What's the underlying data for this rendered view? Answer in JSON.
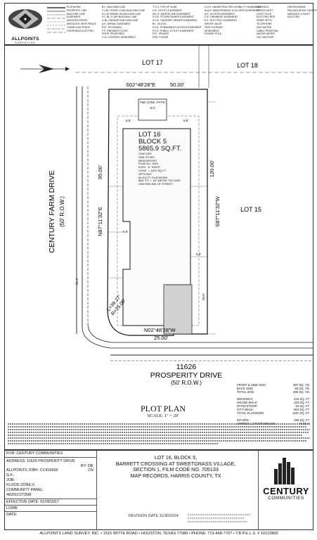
{
  "company": {
    "logo_text": "ALLPOINTS",
    "logo_sub": "SURVEYING",
    "footer": "ALLPOINTS LAND SURVEY, INC. • 1515 WITTE ROAD • HOUSTON, TEXAS 77080 • PHONE: 713-468-7707 • T.B.P.E.L.S. # 10122800"
  },
  "legend": {
    "col1": [
      "PLATWORK",
      "PROPERTY LINE",
      "BUILDING LINE",
      "EASEMENT",
      "WOODEN FENCE",
      "WROUGHT IRON FENCE",
      "CHAIN LINK FENCE",
      "OVERHEAD ELECTRIC"
    ],
    "col2": [
      "B.L.  BUILDING LINE",
      "F.L.BL FRONT LOAD BUILDING LINE",
      "S.L.BL SWING IN BUILDING LINE",
      "S.C.BL 3 CAR BUILDING LINE",
      "G.BL GARAGE BUILDING LINE",
      "A.E.  AERIAL EASEMENT",
      "EXT.  EXTENDED",
      "F.F.  FINISHED FLOOR",
      "PROP. PROPOSED",
      "C.M.  CONTROL MONUMENT"
    ],
    "col3": [
      "T.O.S.  TOP OF SLAB",
      "U.E.  UTILITY EASEMENT",
      "W.L.E. WATER LINE EASEMENT",
      "S.S.E. STORM SEWER EASEMENT",
      "S.S.E. SANITARY SEWER EASEMENT",
      "B.L.  BLOCK",
      "P.U.E. PERMANENT ACCESS EASEMENT",
      "P.U.E. PUBLIC UTILITY EASEMENT",
      "PVT.  PRIVATE",
      "FND.  FOUND"
    ],
    "col4": [
      "U.V.E. UNOBSTRUCTED VISIBILITY EASEMENT",
      "M.A.E. MAINTENANCE & ACCESS EASEMENT",
      "A.E.  ACCESS EASEMENT",
      "D.E.  DRAINAGE EASEMENT",
      "E.E.  ELECTRIC EASEMENT",
      "WATER VALVE",
      "FIRE HYDRANT",
      "MONUMENT",
      "POWER POLE"
    ],
    "col5": [
      "MANHOLE",
      "GRATE INLET",
      "LIGHT POLE",
      "ELECTRIC BOX",
      "FIBER OPTIC",
      "TELEPHONE",
      "GAS METER",
      "CABLE PEDESTAL",
      "WATER METER",
      "GUY ANCHOR"
    ],
    "col6": [
      "GRATE/GRADE",
      "PAD-MOUNTED TRANSFORMER",
      "MANHOLE & INLET",
      "ELECTRIC"
    ]
  },
  "plan": {
    "lot_north": "LOT 17",
    "lot_northeast": "LOT 18",
    "lot_east": "LOT 15",
    "lot_label": "LOT 16",
    "block_label": "BLOCK 5",
    "area": "5865.9 SQ.FT.",
    "builder_notes": [
      "CENTURY",
      "ONE STORY",
      "BRIDGEPORT",
      "PLAN No. 1583",
      "ELEV. \"A\" RIGHT",
      "CONC. = 1879 SQ.FT.",
      "OPTIONS:",
      "64 SQ.FT. PLATWORK",
      "MIN. F.F. = 18\" ABOVE TOC AND",
      "CENTERLINE OF STREET"
    ],
    "patio_label": "F&E CONC. PATIO",
    "north_bearing": "S02°48'28\"E",
    "north_dist": "50.00'",
    "east_bearing": "S87°11'32\"W",
    "east_dist": "120.00'",
    "west_bearing": "N87°11'32\"E",
    "west_dist": "95.00'",
    "south_bearing": "N02°48'28\"W",
    "south_dist": "25.00'",
    "curve_l": "L=39.27'",
    "curve_r": "R=25.00'",
    "street_west": "CENTURY FARM DRIVE",
    "street_west_row": "(50' R.O.W.)",
    "address_number": "11626",
    "street_south": "PROSPERITY DRIVE",
    "street_south_row": "(50' R.O.W.)",
    "dim_small": [
      "6.0'",
      "5.5'",
      "5.5'",
      "5.5'",
      "6.0'",
      "21.3'",
      "26.0'"
    ]
  },
  "areas": [
    {
      "label": "FRONT & SIDE SOD:",
      "value": "397 SQ. YD."
    },
    {
      "label": "BACK SOD:",
      "value": "93 SQ. YD."
    },
    {
      "label": "TOTAL SOD:",
      "value": "490 SQ. YD."
    },
    {
      "label": "DRIVEWAY:",
      "value": "416 SQ. FT."
    },
    {
      "label": "HOUSE WALK:",
      "value": "103 SQ. FT."
    },
    {
      "label": "PATIO/STOOP:",
      "value": "64 SQ. FT."
    },
    {
      "label": "CITY WALK:",
      "value": "604 SQ. FT."
    },
    {
      "label": "TOTAL PLATWORK:",
      "value": "1187 SQ. FT."
    },
    {
      "label": "INTURN:",
      "value": "196 SQ. FT."
    },
    {
      "label": "APPROX. LOT COVERAGE:",
      "value": "45.55 %"
    }
  ],
  "title": {
    "heading": "PLOT PLAN",
    "scale": "SCALE: 1\" = 20'"
  },
  "info": {
    "for": "FOR: CENTURY COMMUNITIES",
    "address": "ADDRESS: 11626 PROSPERITY DRIVE",
    "by": "BY: DB",
    "job": "ALLPOINTS JOB#: CC416569",
    "cn": "CN",
    "gf": "G.F.:",
    "job2": "JOB:",
    "flood": "FLOOD ZONE:X",
    "community_panel": "COMMUNITY PANEL:",
    "panel_no": "48201C0735M",
    "effective": "EFFECTIVE DATE: 01/06/2017",
    "lomr": "LOMR:",
    "date": "DATE:"
  },
  "legal": {
    "line1": "LOT 16, BLOCK 5,",
    "line2": "BARRETT CROSSING AT SWEETGRASS VILLAGE,",
    "line3": "SECTION 1, FILM CODE NO. 705133",
    "line4": "MAP RECORDS, HARRIS COUNTY, TX"
  },
  "brand": {
    "name": "CENTURY",
    "sub": "COMMUNITIES"
  },
  "revision": "REVISION DATE 11/30/2024"
}
